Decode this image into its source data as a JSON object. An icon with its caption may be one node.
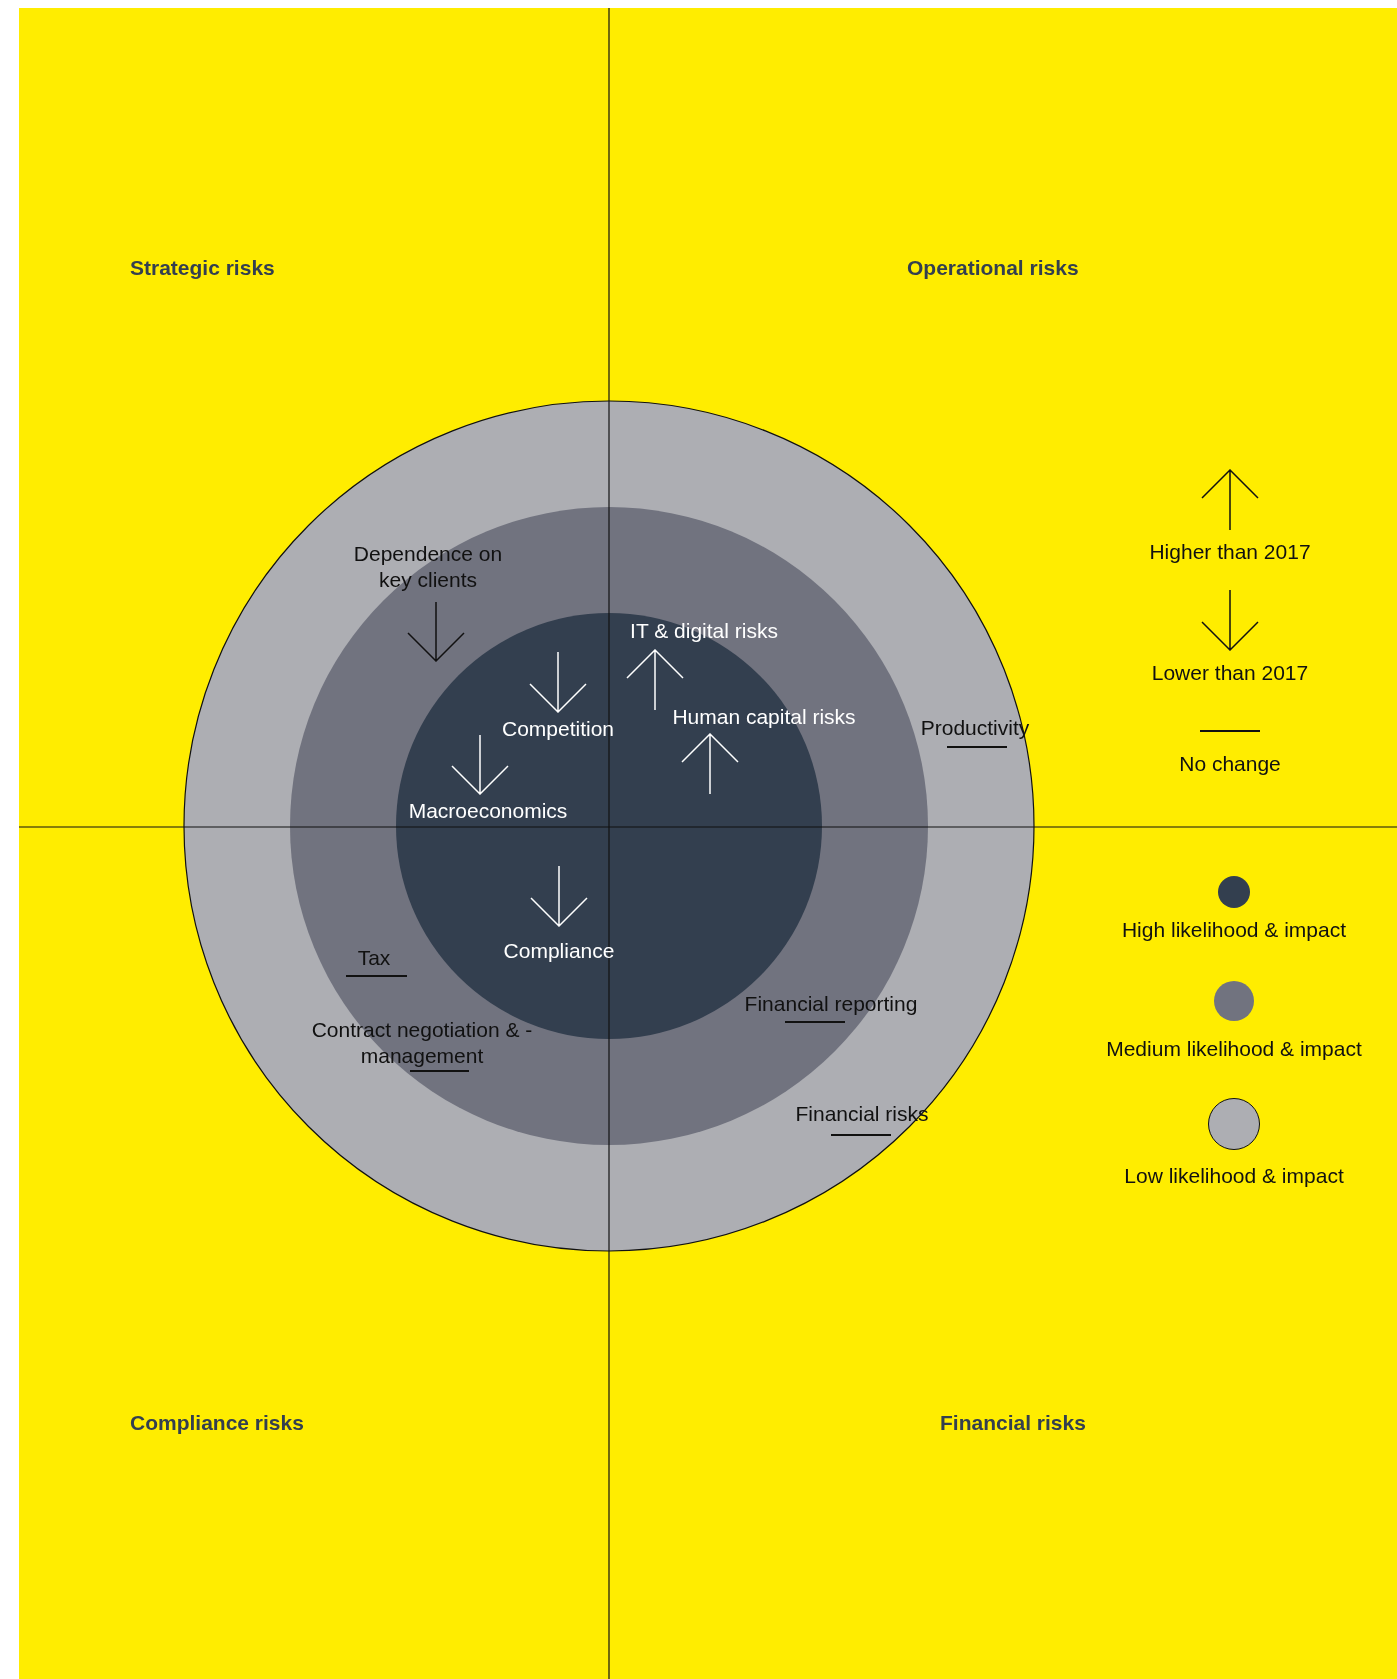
{
  "diagram": {
    "labels": [
      "Strategic risks",
      "Operational risks",
      "Dependence on key clients",
      "IT & digital risks",
      "Competition",
      "Human capital risks",
      "Productivity",
      "Macroeconomics",
      "Compliance",
      "Tax",
      "Financial reporting",
      "Contract negotiation & -management",
      "Financial risks",
      "Compliance risks",
      "Financial risks"
    ],
    "legend": [
      {
        "text": "Higher than 2017"
      },
      {
        "text": "Lower than 2017"
      },
      {
        "text": "No change"
      },
      {
        "text": "High likelihood & impact",
        "color": "#333f4f"
      },
      {
        "text": "Medium likelihood & impact",
        "color": "#71737f"
      },
      {
        "text": "Low likelihood & impact",
        "color": "#adaeb3"
      }
    ]
  }
}
